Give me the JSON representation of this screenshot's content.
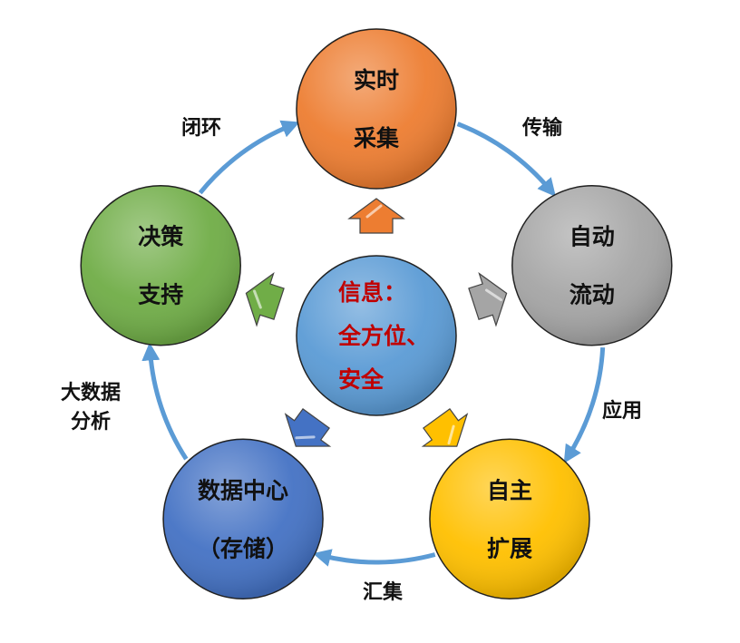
{
  "center": {
    "lines": [
      "信息：",
      "全方位、",
      "安全"
    ],
    "color": "#5b9bd5",
    "text_color": "#c00000"
  },
  "nodes": [
    {
      "id": "realtime-collection",
      "lines": [
        "实时",
        "采集"
      ],
      "color": "#ed7d31"
    },
    {
      "id": "automatic-flow",
      "lines": [
        "自动",
        "流动"
      ],
      "color": "#a5a5a5"
    },
    {
      "id": "autonomous-expansion",
      "lines": [
        "自主",
        "扩展"
      ],
      "color": "#ffc000"
    },
    {
      "id": "data-center",
      "lines": [
        "数据中心",
        "（存储）"
      ],
      "color": "#4472c4"
    },
    {
      "id": "decision-support",
      "lines": [
        "决策",
        "支持"
      ],
      "color": "#70ad47"
    }
  ],
  "edges": [
    {
      "label": [
        "传输"
      ]
    },
    {
      "label": [
        "应用"
      ]
    },
    {
      "label": [
        "汇集"
      ]
    },
    {
      "label": [
        "大数据",
        "分析"
      ]
    },
    {
      "label": [
        "闭环"
      ]
    }
  ],
  "ring_color": "#5b9bd5"
}
